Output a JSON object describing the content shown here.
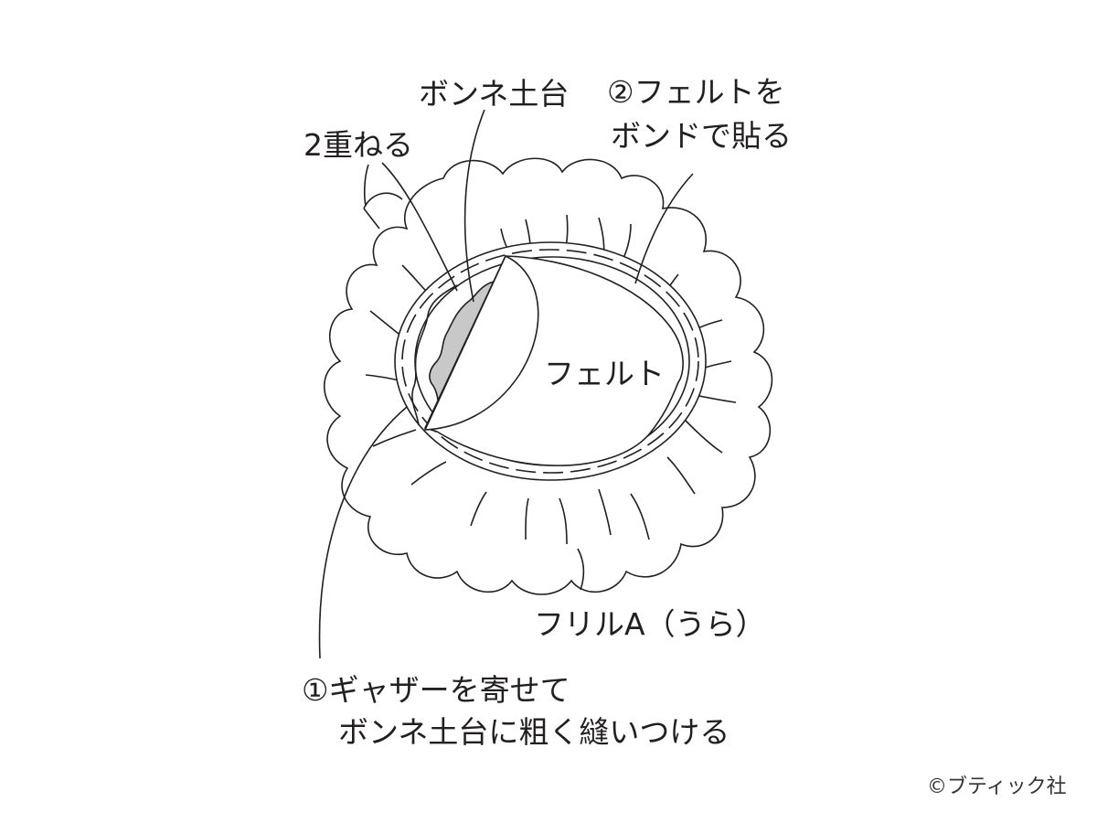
{
  "diagram": {
    "labels": {
      "bonne_base": "ボンネ土台",
      "step2_line1": "②フェルトを",
      "step2_line2": "ボンドで貼る",
      "double_layer": "2重ねる",
      "felt": "フェルト",
      "frill_a": "フリルA（うら）",
      "step1_line1": "①ギャザーを寄せて",
      "step1_line2": "ボンネ土台に粗く縫いつける"
    },
    "copyright": "©ブティック社",
    "colors": {
      "line": "#231f20",
      "shaded_base": "#c8c8c8",
      "background": "#ffffff"
    }
  }
}
